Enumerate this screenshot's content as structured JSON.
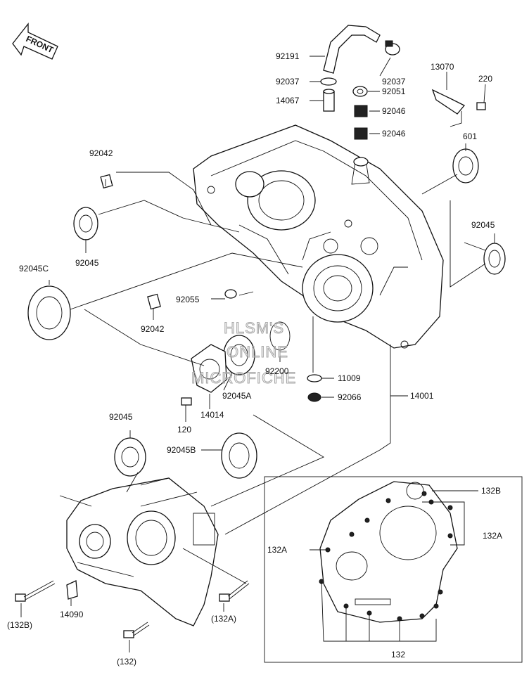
{
  "front_arrow": {
    "label": "FRONT"
  },
  "watermark": {
    "lines": [
      "HLSM'S",
      "ONLINE",
      "MICROFICHE"
    ]
  },
  "part_labels": {
    "p92191": "92191",
    "p92037a": "92037",
    "p92037b": "92037",
    "p14067": "14067",
    "p92051": "92051",
    "p13070": "13070",
    "p220": "220",
    "p92046a": "92046",
    "p92046b": "92046",
    "p601": "601",
    "p92042a": "92042",
    "p92045a": "92045",
    "p92045c": "92045C",
    "p92045r": "92045",
    "p92055": "92055",
    "p92042b": "92042",
    "p92200": "92200",
    "p11009": "11009",
    "p92066": "92066",
    "p14001": "14001",
    "p92045A": "92045A",
    "p120": "120",
    "p14014": "14014",
    "p92045l": "92045",
    "p92045B": "92045B",
    "p14090": "14090",
    "p132Bp": "(132B)",
    "p132Ap": "(132A)",
    "p132p": "(132)",
    "p132B": "132B",
    "p132A_left": "132A",
    "p132A_right": "132A",
    "p132": "132"
  },
  "colors": {
    "ink": "#111111",
    "watermark": "#a9a9a9",
    "background": "#ffffff"
  }
}
